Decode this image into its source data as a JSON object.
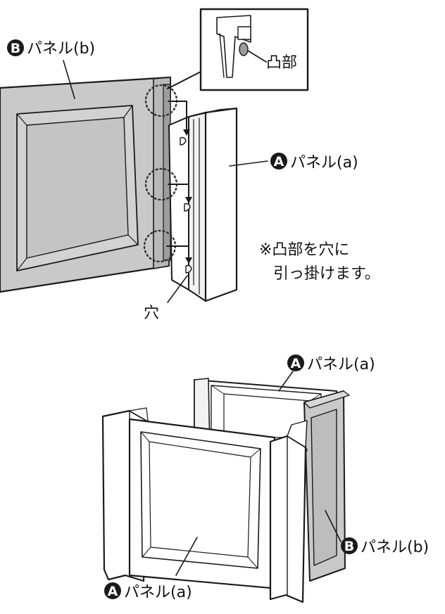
{
  "top_figure": {
    "panel_b_letter": "B",
    "panel_b_text": "パネル(b)",
    "panel_a_letter": "A",
    "panel_a_text": "パネル(a)",
    "callout_label": "凸部",
    "note_line1": "※凸部を穴に",
    "note_line2": "引っ掛けます。",
    "hole_label": "穴"
  },
  "bottom_figure": {
    "panel_a_back_letter": "A",
    "panel_a_back_text": "パネル(a)",
    "panel_b_right_letter": "B",
    "panel_b_right_text": "パネル(b)",
    "panel_a_front_letter": "A",
    "panel_a_front_text": "パネル(a)"
  },
  "colors": {
    "panel_b_fill": "#c9c9c9",
    "panel_a_fill": "#ffffff",
    "line": "#1a1a1a",
    "dotted_circle": "#333333"
  }
}
